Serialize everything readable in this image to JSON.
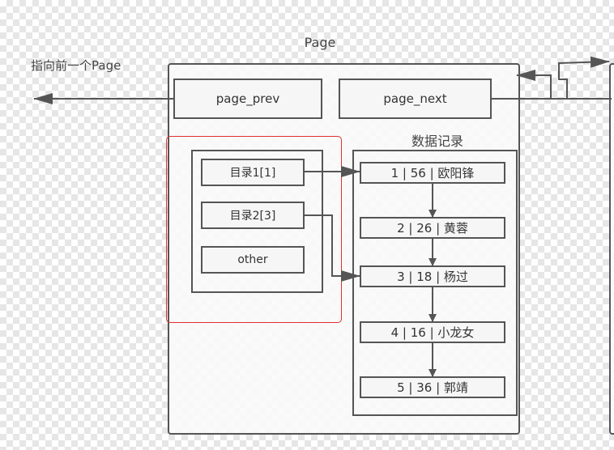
{
  "page_label": "Page",
  "prev_note": "指向前一个Page",
  "page_prev": "page_prev",
  "page_next": "page_next",
  "records_title": "数据记录",
  "directory": [
    {
      "label": "目录1[1]"
    },
    {
      "label": "目录2[3]"
    },
    {
      "label": "other"
    }
  ],
  "records": [
    {
      "label": "1 | 56 | 欧阳锋"
    },
    {
      "label": "2 | 26 | 黄蓉"
    },
    {
      "label": "3 | 18 | 杨过"
    },
    {
      "label": "4 | 16 | 小龙女"
    },
    {
      "label": "5 | 36 | 郭靖"
    }
  ],
  "colors": {
    "line": "#555555",
    "highlight": "#e03030"
  }
}
